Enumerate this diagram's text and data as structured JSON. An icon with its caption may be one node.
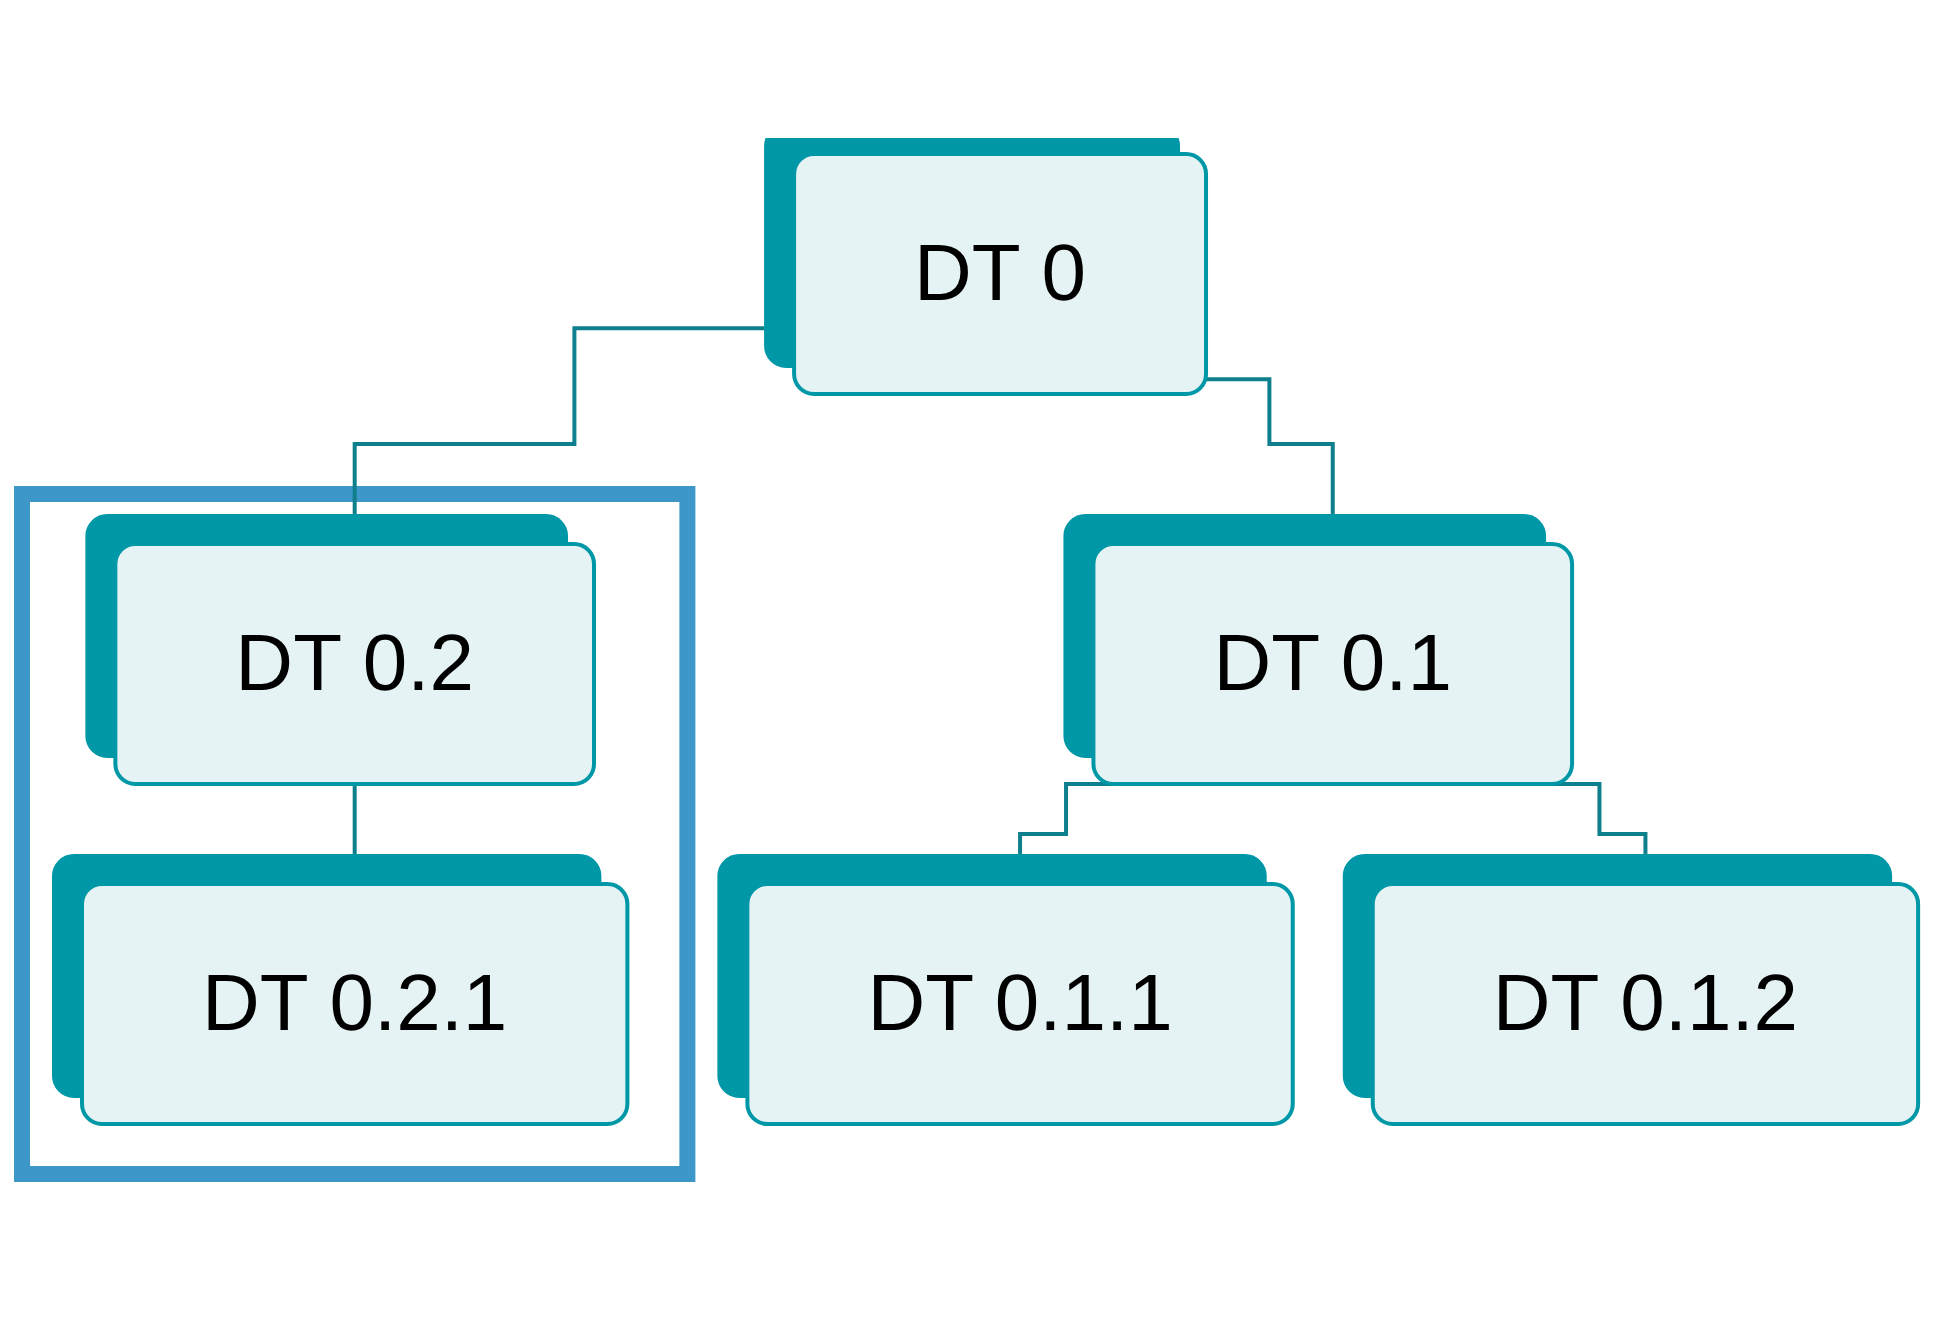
{
  "diagram": {
    "nodes": [
      {
        "text": [
          "DT 0"
        ]
      },
      {
        "text": [
          "DT 0.1"
        ]
      },
      {
        "text": [],
        "shape": "box"
      },
      {
        "text": [
          "DT 0.2"
        ],
        "in": 2
      },
      {
        "text": [
          "DT 0.1.1"
        ]
      },
      {
        "text": [
          "DT 0.1.2"
        ]
      },
      {
        "text": [
          "DT 0.2.1"
        ],
        "in": 2
      }
    ],
    "edges": [
      {
        "from": 0,
        "to": 1,
        "arrow": "none"
      },
      {
        "from": 0,
        "to": 3,
        "arrow": "none"
      },
      {
        "from": 1,
        "to": 4,
        "arrow": "none"
      },
      {
        "from": 1,
        "to": 5,
        "arrow": "none"
      },
      {
        "from": 3,
        "to": 6,
        "arrow": "none"
      }
    ]
  }
}
